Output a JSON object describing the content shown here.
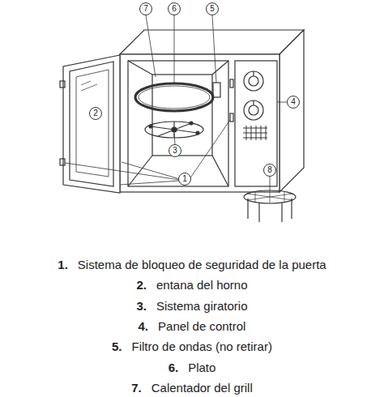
{
  "diagram": {
    "nodes": [
      {
        "text": [
          "7"
        ]
      },
      {
        "text": [
          "6"
        ]
      },
      {
        "text": [
          "5"
        ]
      },
      {
        "text": [
          "2"
        ]
      },
      {
        "text": [
          "4"
        ]
      },
      {
        "text": [
          "3"
        ]
      },
      {
        "text": [
          "1"
        ]
      },
      {
        "text": [
          "8"
        ]
      }
    ],
    "labels": [
      "1.",
      "Sistema de bloqueo de seguridad de la puerta",
      "2.",
      "entana del horno",
      "3.",
      "Sistema giratorio",
      "4.",
      "Panel de control",
      "5.",
      "Filtro de ondas (no retirar)",
      "6.",
      "Plato",
      "7.",
      "Calentador del grill"
    ]
  }
}
